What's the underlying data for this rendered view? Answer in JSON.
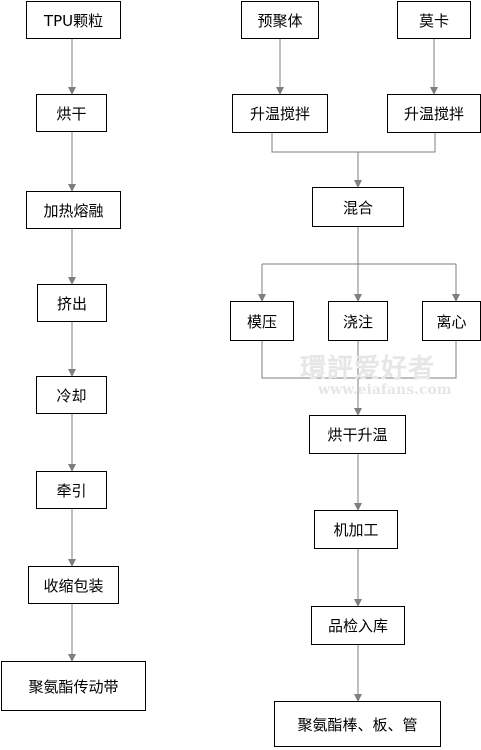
{
  "left_chain": {
    "tpu": "TPU颗粒",
    "dry": "烘干",
    "melt": "加热熔融",
    "extrude": "挤出",
    "cool": "冷却",
    "pull": "牵引",
    "pack": "收缩包装",
    "belt": "聚氨酯传动带"
  },
  "right_chain": {
    "prepolymer": "预聚体",
    "moca": "莫卡",
    "heat_stir_1": "升温搅拌",
    "heat_stir_2": "升温搅拌",
    "mix": "混合",
    "mold": "模压",
    "pour": "浇注",
    "centrifuge": "离心",
    "dry_heat": "烘干升温",
    "machining": "机加工",
    "inspect": "品检入库",
    "product": "聚氨酯棒、板、管"
  },
  "watermark": {
    "text": "環評爱好者",
    "url": "www.eiafans.com"
  },
  "colors": {
    "line": "#7f7f7f",
    "border": "#000000",
    "watermark": "#e6e6e6"
  }
}
